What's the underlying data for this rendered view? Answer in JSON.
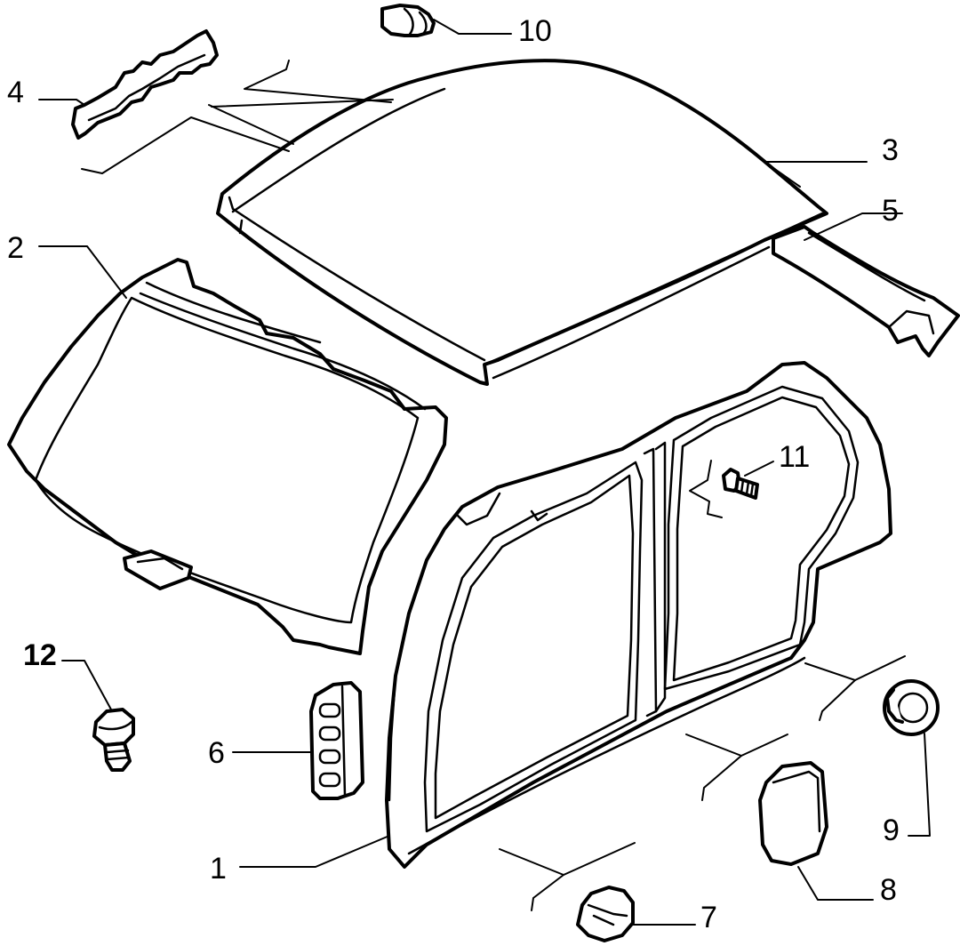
{
  "diagram": {
    "callouts": [
      {
        "id": "1",
        "label": "1",
        "bold": false
      },
      {
        "id": "2",
        "label": "2",
        "bold": false
      },
      {
        "id": "3",
        "label": "3",
        "bold": false
      },
      {
        "id": "4",
        "label": "4",
        "bold": false
      },
      {
        "id": "5",
        "label": "5",
        "bold": false
      },
      {
        "id": "6",
        "label": "6",
        "bold": false
      },
      {
        "id": "7",
        "label": "7",
        "bold": false
      },
      {
        "id": "8",
        "label": "8",
        "bold": false
      },
      {
        "id": "9",
        "label": "9",
        "bold": false
      },
      {
        "id": "10",
        "label": "10",
        "bold": false
      },
      {
        "id": "11",
        "label": "11",
        "bold": false
      },
      {
        "id": "12",
        "label": "12",
        "bold": true
      }
    ]
  }
}
